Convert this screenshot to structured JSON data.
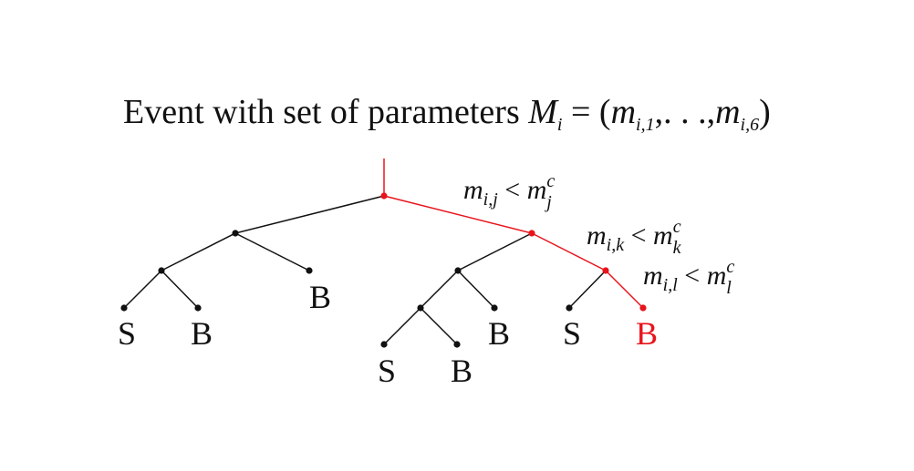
{
  "title": {
    "prefix": "Event with set of parameters ",
    "M": "M",
    "M_sub": "i",
    "eq": " = (",
    "m1": "m",
    "m1_sub": "i,1",
    "mid": ",. . .,",
    "m6": "m",
    "m6_sub": "i,6",
    "close": ")"
  },
  "conditions": [
    {
      "lhs": "m",
      "lhs_sub": "i,j",
      "op": " < ",
      "rhs": "m",
      "rhs_sup": "c",
      "rhs_sub": "j"
    },
    {
      "lhs": "m",
      "lhs_sub": "i,k",
      "op": " < ",
      "rhs": "m",
      "rhs_sup": "c",
      "rhs_sub": "k"
    },
    {
      "lhs": "m",
      "lhs_sub": "i,l",
      "op": " < ",
      "rhs": "m",
      "rhs_sup": "c",
      "rhs_sub": "l"
    }
  ],
  "leaves": [
    "S",
    "B",
    "B",
    "S",
    "B",
    "B",
    "S",
    "B"
  ],
  "colors": {
    "default": "#111111",
    "highlight": "#e8141c"
  }
}
